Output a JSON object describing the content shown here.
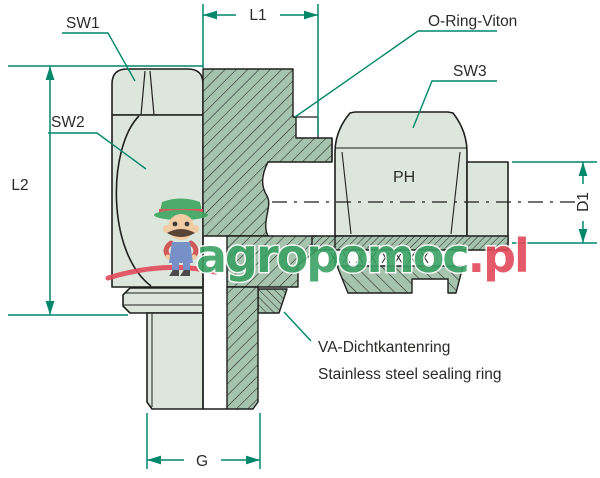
{
  "diagram": {
    "type": "technical-drawing-elbow-fitting-cross-section",
    "part_labels": {
      "sw1": "SW1",
      "sw2": "SW2",
      "sw3": "SW3",
      "nut": "PH",
      "o_ring": "O-Ring-Viton",
      "seal_ring_line1": "VA-Dichtkantenring",
      "seal_ring_line2": "Stainless steel sealing ring"
    },
    "dimensions": {
      "l1": "L1",
      "l2": "L2",
      "d1": "D1",
      "g": "G"
    },
    "colors": {
      "dimension_line": "#00876c",
      "body_fill": "#dce6dc",
      "section_fill": "#a6c3ad",
      "outline": "#1f1f1f",
      "watermark_green": "#3aa163",
      "watermark_red": "#e2495a"
    }
  },
  "watermark": {
    "brand_green": "agropomoc",
    "brand_red": ".pl"
  }
}
